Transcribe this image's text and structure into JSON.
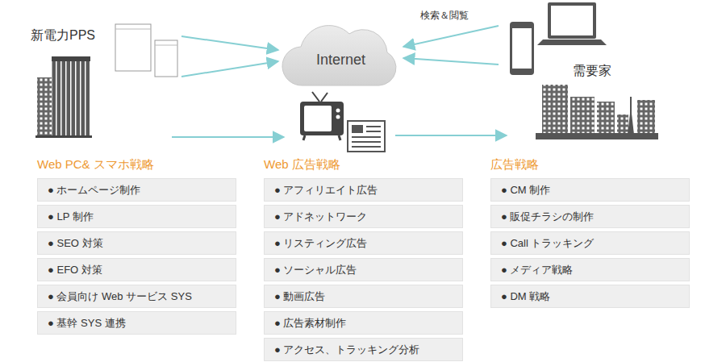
{
  "diagram": {
    "nodes": [
      {
        "text": [
          "新電力PPS"
        ]
      },
      {
        "text": [
          "Internet"
        ]
      },
      {
        "text": [
          "検索＆閲覧"
        ]
      },
      {
        "text": [
          "需要家"
        ]
      },
      {
        "text": [
          "● ホームページ制作"
        ]
      },
      {
        "text": [
          "● LP 制作"
        ]
      },
      {
        "text": [
          "● SEO 対策"
        ]
      },
      {
        "text": [
          "● EFO 対策"
        ]
      },
      {
        "text": [
          "● 会員向け Web サービス SYS"
        ]
      },
      {
        "text": [
          "● 基幹 SYS 連携"
        ]
      },
      {
        "text": [
          "● アフィリエイト広告"
        ]
      },
      {
        "text": [
          "● アドネットワーク"
        ]
      },
      {
        "text": [
          "● リスティング広告"
        ]
      },
      {
        "text": [
          "● ソーシャル広告"
        ]
      },
      {
        "text": [
          "● 動画広告"
        ]
      },
      {
        "text": [
          "● 広告素材制作"
        ]
      },
      {
        "text": [
          "● アクセス、トラッキング分析"
        ]
      },
      {
        "text": [
          "● CM 制作"
        ]
      },
      {
        "text": [
          "● 販促チラシの制作"
        ]
      },
      {
        "text": [
          "● Call トラッキング"
        ]
      },
      {
        "text": [
          "● メディア戦略"
        ]
      },
      {
        "text": [
          "● DM 戦略"
        ]
      }
    ],
    "edges": [
      {
        "from": 0,
        "to": 1,
        "arrow": "to"
      },
      {
        "from": 0,
        "to": 1,
        "arrow": "to"
      },
      {
        "from": 2,
        "to": 1,
        "arrow": "to"
      },
      {
        "from": 2,
        "to": 1,
        "arrow": "to"
      }
    ],
    "labels": [
      "Web PC& スマホ戦略",
      "Web 広告戦略",
      "広告戦略"
    ]
  }
}
